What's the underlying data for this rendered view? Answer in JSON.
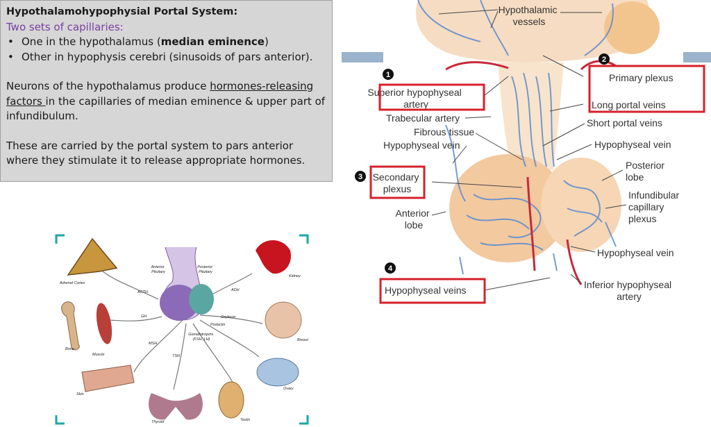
{
  "textbox": {
    "title": "Hypothalamohypophysial Portal System:",
    "subtitle": "Two sets of capillaries:",
    "bullet1_pre": "One in the hypothalamus (",
    "bullet1_bold": "median eminence",
    "bullet1_post": ")",
    "bullet2": "Other in hypophysis cerebri (sinusoids of pars anterior).",
    "para1_pre": "Neurons of the hypothalamus produce ",
    "para1_u": "hormones-releasing factors ",
    "para1_post": "in the capillaries of median eminence & upper part of  infundibulum.",
    "para2": "These are carried by the portal system to pars anterior where they stimulate it to release appropriate hormones."
  },
  "portal_diagram": {
    "labels": {
      "hypothalamic_vessels": [
        "Hypothalamic",
        "vessels"
      ],
      "primary_plexus": "Primary plexus",
      "superior_hypophyseal_artery": [
        "Superior hypophyseal",
        "artery"
      ],
      "long_portal_veins": "Long portal veins",
      "trabecular_artery": "Trabecular artery",
      "fibrous_tissue": "Fibrous tissue",
      "short_portal_veins": "Short portal veins",
      "hypophyseal_vein_left": "Hypophyseal vein",
      "hypophyseal_vein_right": "Hypophyseal vein",
      "posterior_lobe": [
        "Posterior",
        "lobe"
      ],
      "secondary_plexus": [
        "Secondary",
        "plexus"
      ],
      "infundibular_capillary_plexus": [
        "Infundibular",
        "capillary",
        "plexus"
      ],
      "anterior_lobe": [
        "Anterior",
        "lobe"
      ],
      "hypophyseal_vein_lower": "Hypophyseal vein",
      "hypophyseal_veins": "Hypophyseal veins",
      "inferior_hypophyseal_artery": [
        "Inferior hypophyseal",
        "artery"
      ]
    },
    "markers": [
      "1",
      "2",
      "3",
      "4"
    ],
    "colors": {
      "vein": "#4a7fc1",
      "artery": "#c8283a",
      "highlight_box": "#d6202b",
      "lobe": "#f3c9a0"
    }
  },
  "hormone_diagram": {
    "labels": {
      "anterior_pituitary": [
        "Anterior",
        "Pituitary"
      ],
      "posterior_pituitary": [
        "Posterior",
        "Pituitary"
      ],
      "adrenal_cortex": "Adrenal Cortex",
      "acth": "ACTH",
      "adh": "ADH",
      "kidney": "Kidney",
      "gh": "GH",
      "oxytocin": "Oxytocin",
      "prolactin": "Prolactin",
      "breast": "Breast",
      "gonadotropins": [
        "Gonadotropins",
        "(FSH, LH)"
      ],
      "bone": "Bone",
      "muscle": "Muscle",
      "msh": "MSH",
      "tsh": "TSH",
      "skin": "Skin",
      "ovary": "Ovary",
      "thyroid": "Thyroid",
      "testis": "Testis"
    },
    "colors": {
      "frame_corner": "#1aa7a7"
    }
  }
}
